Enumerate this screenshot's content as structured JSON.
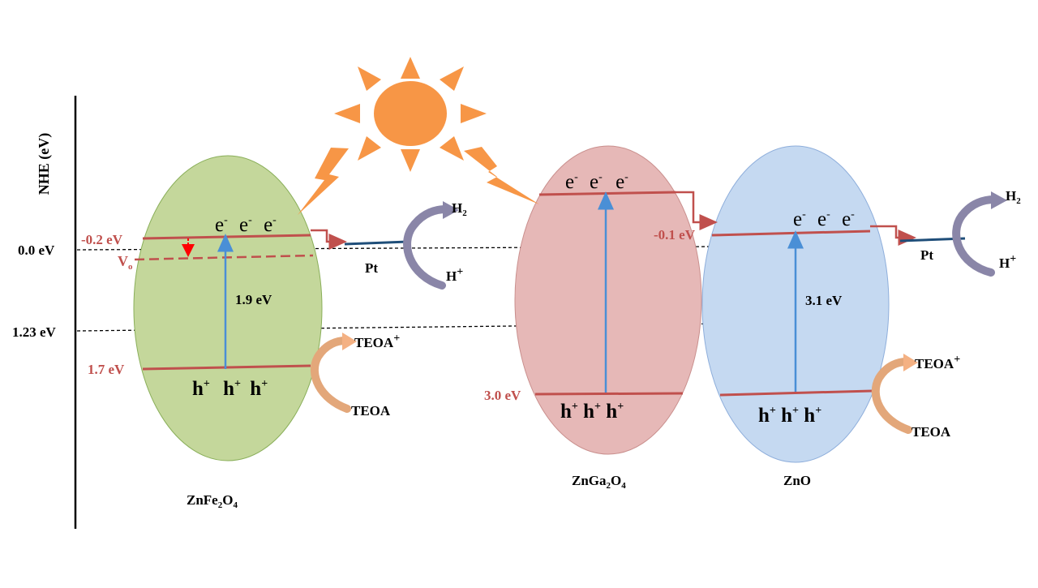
{
  "axis": {
    "label": "NHE (eV)"
  },
  "levels": {
    "zero": "0.0 eV",
    "water": "1.23 eV"
  },
  "znfe2o4": {
    "name_base": "ZnFe",
    "name_sub1": "2",
    "name_mid": "O",
    "name_sub2": "4",
    "cb_label": "-0.2 eV",
    "vb_label": "1.7 eV",
    "gap": "1.9 eV",
    "vo_base": "V",
    "vo_sub": "o",
    "electrons": [
      "e",
      "e",
      "e"
    ],
    "holes": [
      "h",
      "h",
      "h"
    ],
    "color": "#c4d79b"
  },
  "zngao": {
    "name_base": "ZnGa",
    "name_sub1": "2",
    "name_mid": "O",
    "name_sub2": "4",
    "vb_label": "3.0 eV",
    "electrons": [
      "e",
      "e",
      "e"
    ],
    "holes": [
      "h",
      "h",
      "h"
    ],
    "color": "#e6b8b7"
  },
  "zno": {
    "name": "ZnO",
    "cb_label": "-0.1 eV",
    "gap": "3.1 eV",
    "electrons": [
      "e",
      "e",
      "e"
    ],
    "holes": [
      "h",
      "h",
      "h"
    ],
    "color": "#c5d9f1"
  },
  "charges": {
    "minus": "-",
    "plus": "+"
  },
  "reactions": {
    "pt": "Pt",
    "h2_base": "H",
    "h2_sub": "2",
    "hplus_base": "H",
    "hplus_sup": "+",
    "teoa": "TEOA",
    "teoa_plus": "+"
  },
  "colors": {
    "band": "#c0504d",
    "arrow": "#4a8fd6",
    "sun": "#f79646",
    "pt": "#1f4e79"
  }
}
